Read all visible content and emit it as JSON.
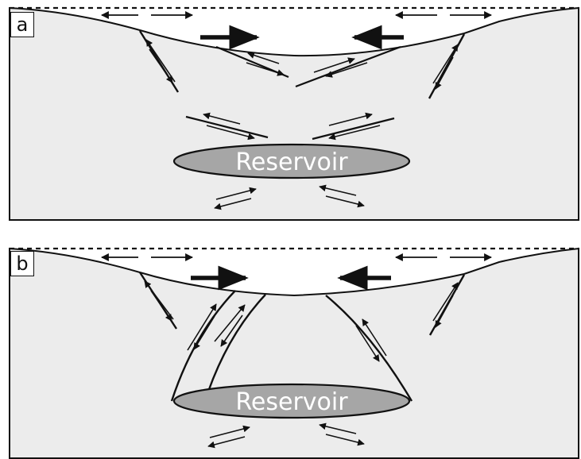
{
  "panel_a": {
    "label": "a",
    "reservoir_label": "Reservoir"
  },
  "panel_b": {
    "label": "b",
    "reservoir_label": "Reservoir"
  },
  "colors": {
    "ground": "#ececec",
    "reservoir": "#a6a6a6",
    "stroke": "#111111",
    "background": "#ffffff"
  }
}
